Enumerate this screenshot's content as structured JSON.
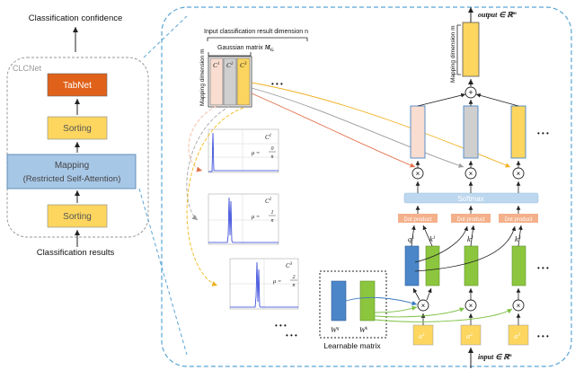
{
  "left_panel": {
    "title": "Classification confidence",
    "group_label": "CLCNet",
    "tabnet": "TabNet",
    "sorting_top": "Sorting",
    "mapping_line1": "Mapping",
    "mapping_line2": "(Restricted Self-Attention)",
    "sorting_bottom": "Sorting",
    "bottom_label": "Classification results"
  },
  "gaussian": {
    "header": "Input classification result dimension n",
    "matrix_label": "Gaussian matrix",
    "matrix_symbol": "M",
    "matrix_subscript": "G",
    "mapping_dim_label": "Mapping dimension m",
    "columns": [
      {
        "base": "C",
        "sup": "1",
        "color": "#f8ddd0"
      },
      {
        "base": "C",
        "sup": "2",
        "color": "#cfcfcf"
      },
      {
        "base": "C",
        "sup": "3",
        "color": "#fbd45f"
      }
    ],
    "ellipsis": "• • •"
  },
  "plots": [
    {
      "label_base": "C",
      "label_sup": "1",
      "mu_num": "0",
      "mu_den": "n",
      "mu_prefix": "μ ="
    },
    {
      "label_base": "C",
      "label_sup": "2",
      "mu_num": "1",
      "mu_den": "n",
      "mu_prefix": "μ ="
    },
    {
      "label_base": "C",
      "label_sup": "3",
      "mu_num": "2",
      "mu_den": "n",
      "mu_prefix": "μ ="
    }
  ],
  "right_panel": {
    "output_label": "output ∈ ℝ",
    "output_sup": "m",
    "input_label": "input ∈ ℝ",
    "input_sup": "n",
    "mapping_dim_label": "Mapping dimension m",
    "softmax": "Softmax",
    "dot_product": "Dot product",
    "plus": "+",
    "times": "×",
    "q_base": "q",
    "q_sup": "1",
    "k_base": "k",
    "k_sups": [
      "1",
      "2",
      "3"
    ],
    "a_base": "a",
    "a_sups": [
      "1",
      "2",
      "3"
    ],
    "wq_base": "W",
    "wq_sup": "q",
    "wk_base": "W",
    "wk_sup": "k",
    "learnable_label": "Learnable matrix",
    "ellipsis": "• • •"
  },
  "colors": {
    "tabnet": "#e0611a",
    "sorting": "#fcd65f",
    "mapping": "#a7c7e7",
    "blue": "#4a86c8",
    "green": "#8cc63e",
    "yellow": "#fcd65f",
    "gray": "#cfcfcf",
    "pink": "#f8ddd0",
    "dot": "#f4b08a",
    "softmax": "#bdd7ee",
    "dashed_border": "#5aa5d6"
  }
}
